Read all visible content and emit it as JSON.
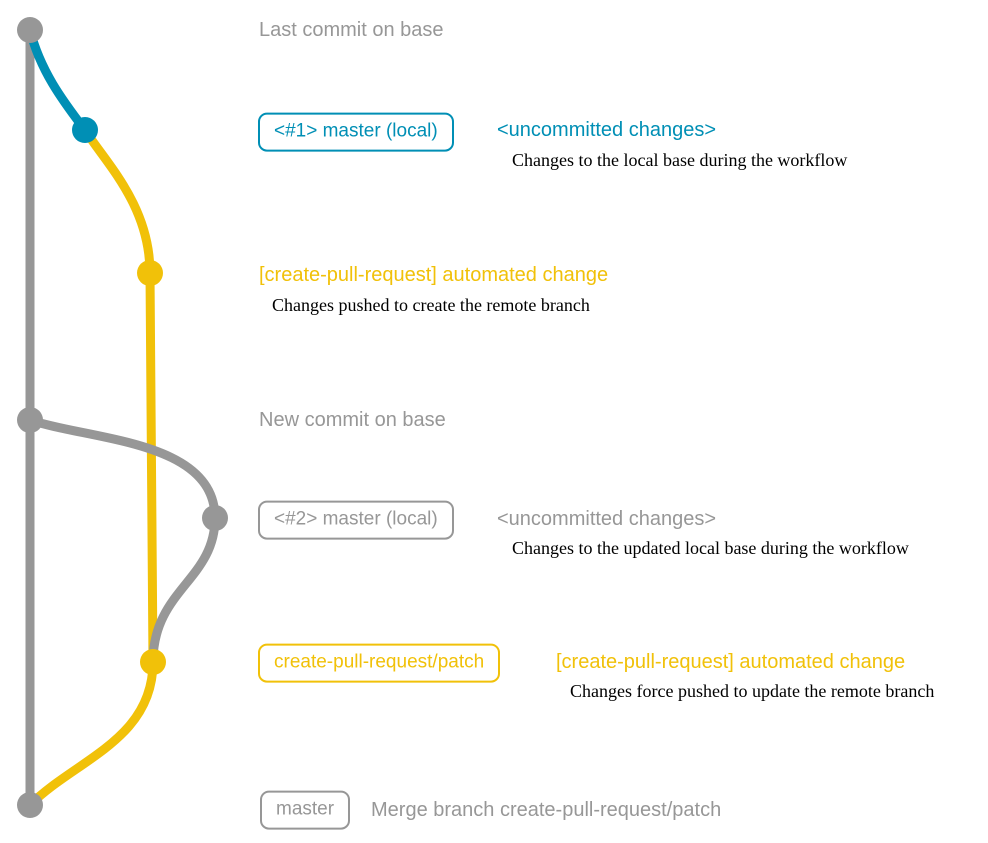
{
  "colors": {
    "base_gray": "#979797",
    "local_blue": "#008fb5",
    "patch_yellow": "#f1c109",
    "description_black": "#000000",
    "background": "#ffffff"
  },
  "commits": [
    {
      "label": "Last commit on base"
    },
    {
      "tag": "<#1> master (local)",
      "message": "<uncommitted changes>",
      "description": "Changes to the local base during the workflow"
    },
    {
      "message": "[create-pull-request] automated change",
      "description": "Changes pushed to create the remote branch"
    },
    {
      "label": "New commit on base"
    },
    {
      "tag": "<#2> master (local)",
      "message": "<uncommitted changes>",
      "description": "Changes to the updated local base during the workflow"
    },
    {
      "tag": "create-pull-request/patch",
      "message": "[create-pull-request] automated change",
      "description": "Changes force pushed to update the remote branch"
    },
    {
      "tag": "master",
      "message": "Merge branch create-pull-request/patch"
    }
  ]
}
